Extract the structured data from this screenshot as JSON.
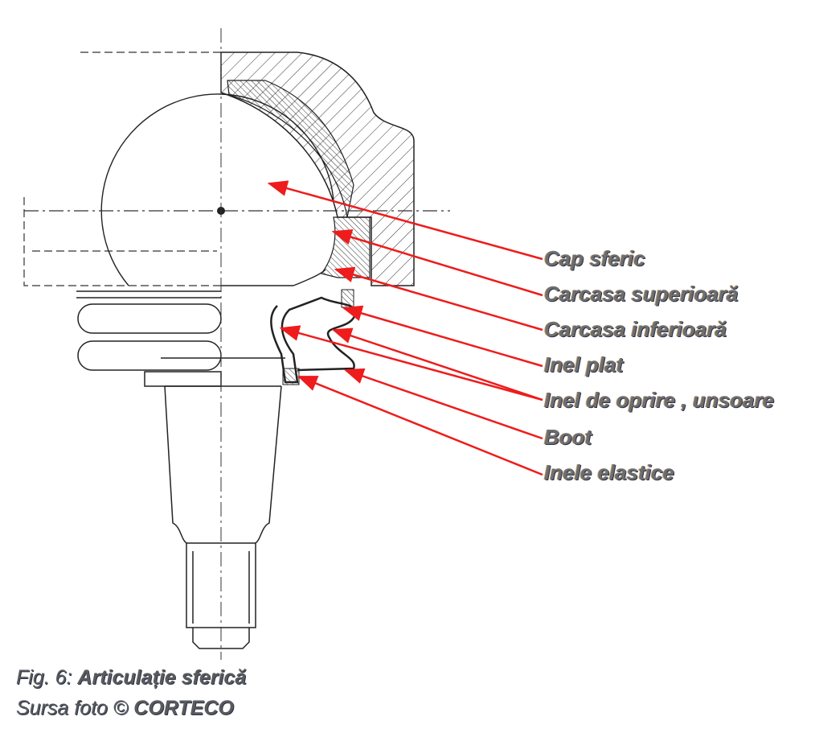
{
  "labels": [
    {
      "text": "Cap sferic"
    },
    {
      "text": "Carcasa superioară"
    },
    {
      "text": "Carcasa inferioară"
    },
    {
      "text": "Inel plat"
    },
    {
      "text": "Inel de oprire , unsoare"
    },
    {
      "text": "Boot"
    },
    {
      "text": "Inele elastice"
    }
  ],
  "caption": {
    "fig_prefix": "Fig. 6: ",
    "fig_title": "Articulație sferică",
    "source_prefix": "Sursa foto © ",
    "source_name": "CORTECO"
  },
  "colors": {
    "arrow": "#ee1c1c",
    "line": "#222222",
    "label": "#6e6e6e"
  }
}
